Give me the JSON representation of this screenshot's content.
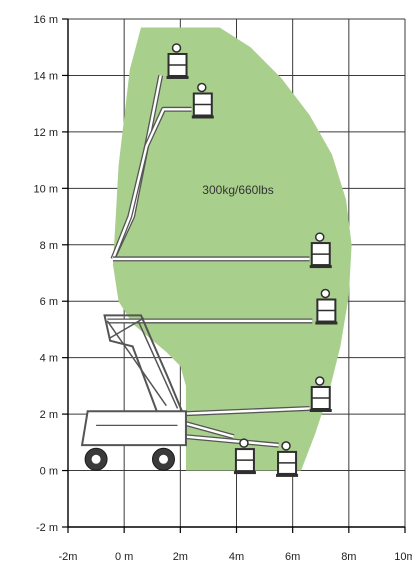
{
  "chart_data": {
    "type": "diagram",
    "capacity_label": "300kg/660lbs",
    "x_axis": {
      "range_m": [
        -2,
        10
      ],
      "ticks": [
        -2,
        0,
        2,
        4,
        6,
        8,
        10
      ],
      "tick_labels": [
        "-2m",
        "0 m",
        "2m",
        "4m",
        "6m",
        "8m",
        "10m"
      ]
    },
    "y_axis": {
      "range_m": [
        -2,
        16
      ],
      "ticks": [
        -2,
        0,
        2,
        4,
        6,
        8,
        10,
        12,
        14,
        16
      ],
      "tick_labels": [
        "-2 m",
        "0 m",
        "2 m",
        "4 m",
        "6 m",
        "8 m",
        "10 m",
        "12 m",
        "14 m",
        "16 m"
      ]
    },
    "grid": true,
    "envelope_color": "#a9cf8d",
    "machine_color": "#555555",
    "working_envelope_m": [
      [
        0.6,
        15.7
      ],
      [
        3.4,
        15.7
      ],
      [
        4.5,
        15.0
      ],
      [
        5.6,
        13.9
      ],
      [
        6.6,
        12.6
      ],
      [
        7.4,
        11.2
      ],
      [
        7.9,
        9.6
      ],
      [
        8.1,
        8.0
      ],
      [
        8.0,
        6.2
      ],
      [
        7.7,
        4.4
      ],
      [
        7.3,
        2.8
      ],
      [
        6.8,
        1.3
      ],
      [
        6.3,
        0.0
      ],
      [
        2.2,
        0.0
      ],
      [
        2.2,
        3.0
      ],
      [
        2.0,
        3.7
      ],
      [
        1.5,
        4.2
      ],
      [
        0.9,
        4.7
      ],
      [
        0.3,
        5.2
      ],
      [
        -0.2,
        6.0
      ],
      [
        -0.4,
        7.3
      ],
      [
        -0.3,
        9.0
      ],
      [
        -0.2,
        10.8
      ],
      [
        0.0,
        12.5
      ],
      [
        0.2,
        14.2
      ]
    ],
    "platform_positions_m": [
      [
        1.9,
        14.3
      ],
      [
        2.8,
        12.9
      ],
      [
        7.0,
        7.6
      ],
      [
        7.2,
        5.6
      ],
      [
        7.0,
        2.5
      ],
      [
        4.3,
        0.3
      ],
      [
        5.8,
        0.2
      ]
    ],
    "booms_m": [
      [
        [
          -0.4,
          7.5
        ],
        [
          0.3,
          9.0
        ],
        [
          0.9,
          12.0
        ],
        [
          1.3,
          14.0
        ]
      ],
      [
        [
          -0.4,
          7.5
        ],
        [
          0.2,
          9.0
        ],
        [
          0.8,
          11.5
        ],
        [
          1.4,
          12.8
        ],
        [
          2.4,
          12.8
        ]
      ],
      [
        [
          -0.4,
          7.5
        ],
        [
          6.6,
          7.5
        ]
      ],
      [
        [
          -0.6,
          5.3
        ],
        [
          6.7,
          5.3
        ]
      ],
      [
        [
          1.8,
          2.0
        ],
        [
          6.6,
          2.2
        ]
      ],
      [
        [
          1.7,
          1.8
        ],
        [
          3.9,
          1.2
        ]
      ],
      [
        [
          2.2,
          1.2
        ],
        [
          5.5,
          0.9
        ]
      ]
    ]
  }
}
